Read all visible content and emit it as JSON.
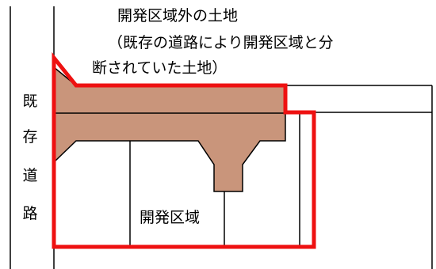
{
  "labels": {
    "outside_area": [
      "開発区域外の土地",
      "（既存の道路により開発区域と分",
      "断されていた土地）"
    ],
    "existing_road": [
      "既",
      "存",
      "道",
      "路"
    ],
    "development_area": "開発区域"
  },
  "colors": {
    "boundary": "#ee1111",
    "road_fill": "#c9957b",
    "lines": "#000000",
    "background": "#ffffff"
  }
}
